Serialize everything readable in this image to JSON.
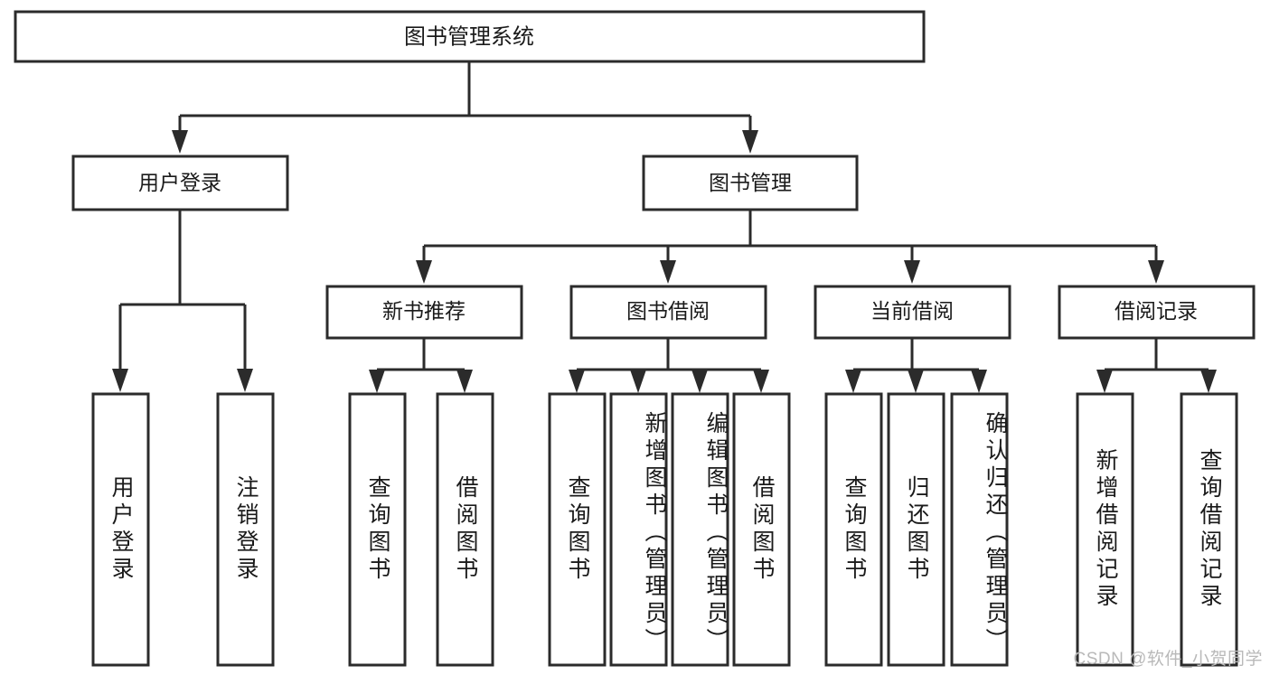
{
  "diagram": {
    "title_node": {
      "label": "图书管理系统"
    },
    "level2": [
      {
        "id": "user-login",
        "label": "用户登录"
      },
      {
        "id": "book-management",
        "label": "图书管理"
      }
    ],
    "level3": [
      {
        "id": "new-book-recommend",
        "label": "新书推荐"
      },
      {
        "id": "book-borrow",
        "label": "图书借阅"
      },
      {
        "id": "current-borrow",
        "label": "当前借阅"
      },
      {
        "id": "borrow-record",
        "label": "借阅记录"
      }
    ],
    "leaves": [
      {
        "id": "leaf-user-login",
        "label": "用户登录",
        "parent": "user-login"
      },
      {
        "id": "leaf-logout-login",
        "label": "注销登录",
        "parent": "user-login"
      },
      {
        "id": "leaf-query-book-1",
        "label": "查询图书",
        "parent": "new-book-recommend"
      },
      {
        "id": "leaf-borrow-book-1",
        "label": "借阅图书",
        "parent": "new-book-recommend"
      },
      {
        "id": "leaf-query-book-2",
        "label": "查询图书",
        "parent": "book-borrow"
      },
      {
        "id": "leaf-add-book-admin",
        "label": "新增图书（管理员）",
        "parent": "book-borrow"
      },
      {
        "id": "leaf-edit-book-admin",
        "label": "编辑图书（管理员）",
        "parent": "book-borrow"
      },
      {
        "id": "leaf-borrow-book-2",
        "label": "借阅图书",
        "parent": "book-borrow"
      },
      {
        "id": "leaf-query-book-3",
        "label": "查询图书",
        "parent": "current-borrow"
      },
      {
        "id": "leaf-return-book",
        "label": "归还图书",
        "parent": "current-borrow"
      },
      {
        "id": "leaf-confirm-return-admin",
        "label": "确认归还（管理员）",
        "parent": "current-borrow"
      },
      {
        "id": "leaf-add-borrow-record",
        "label": "新增借阅记录",
        "parent": "borrow-record"
      },
      {
        "id": "leaf-query-borrow-record",
        "label": "查询借阅记录",
        "parent": "borrow-record"
      }
    ],
    "watermark": "CSDN @软件_小贺同学",
    "colors": {
      "stroke": "#2b2b2b",
      "fill": "#ffffff",
      "text": "#1a1a1a",
      "watermark": "#b9b9b9"
    }
  }
}
